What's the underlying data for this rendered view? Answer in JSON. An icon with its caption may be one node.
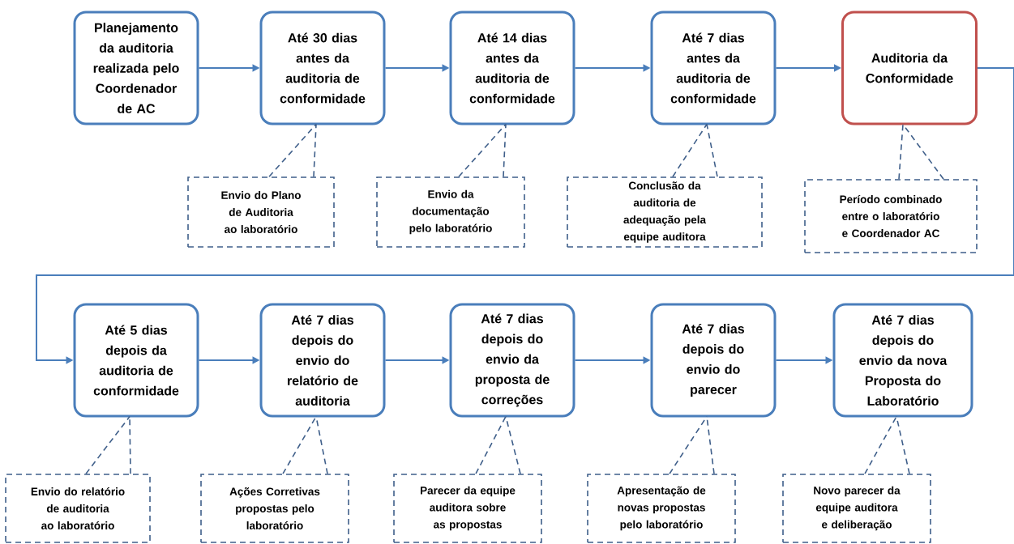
{
  "diagram": {
    "nodes": [
      {
        "text": [
          "Planejamento da auditoria realizada pelo Coordenador de AC"
        ]
      },
      {
        "text": [
          "Até 30 dias antes da auditoria de conformidade"
        ]
      },
      {
        "text": [
          "Até 14 dias antes da auditoria de conformidade"
        ]
      },
      {
        "text": [
          "Até 7 dias antes da auditoria de conformidade"
        ]
      },
      {
        "text": [
          "Auditoria da Conformidade"
        ]
      },
      {
        "text": [
          "Envio do Plano de Auditoria ao laboratório"
        ]
      },
      {
        "text": [
          "Envio da documentação pelo laboratório"
        ]
      },
      {
        "text": [
          "Conclusão da auditoria de adequação pela equipe auditora"
        ]
      },
      {
        "text": [
          "Período combinado entre o laboratório e Coordenador AC"
        ]
      },
      {
        "text": [
          "Até 5 dias depois da auditoria de conformidade"
        ]
      },
      {
        "text": [
          "Até 7 dias depois do envio do relatório de auditoria"
        ]
      },
      {
        "text": [
          "Até 7 dias depois do envio da proposta de correções"
        ]
      },
      {
        "text": [
          "Até 7 dias depois do envio do parecer"
        ]
      },
      {
        "text": [
          "Até 7 dias depois do envio da nova Proposta do Laboratório"
        ]
      },
      {
        "text": [
          "Envio do relatório de auditoria ao laboratório"
        ]
      },
      {
        "text": [
          "Ações Corretivas propostas pelo laboratório"
        ]
      },
      {
        "text": [
          "Parecer da equipe auditora sobre as propostas"
        ]
      },
      {
        "text": [
          "Apresentação de novas propostas pelo laboratório"
        ]
      },
      {
        "text": [
          "Novo parecer da equipe auditora e deliberação"
        ]
      }
    ],
    "edges": [
      {
        "from": 0,
        "to": 1,
        "arrow": "to"
      },
      {
        "from": 1,
        "to": 2,
        "arrow": "to"
      },
      {
        "from": 2,
        "to": 3,
        "arrow": "to"
      },
      {
        "from": 3,
        "to": 4,
        "arrow": "to"
      },
      {
        "from": 4,
        "to": 9,
        "arrow": "to"
      },
      {
        "from": 9,
        "to": 10,
        "arrow": "to"
      },
      {
        "from": 10,
        "to": 11,
        "arrow": "to"
      },
      {
        "from": 11,
        "to": 12,
        "arrow": "to"
      },
      {
        "from": 12,
        "to": 13,
        "arrow": "to"
      },
      {
        "from": 5,
        "to": 1,
        "arrow": "none",
        "style": "dashed"
      },
      {
        "from": 6,
        "to": 2,
        "arrow": "none",
        "style": "dashed"
      },
      {
        "from": 7,
        "to": 3,
        "arrow": "none",
        "style": "dashed"
      },
      {
        "from": 8,
        "to": 4,
        "arrow": "none",
        "style": "dashed"
      },
      {
        "from": 14,
        "to": 9,
        "arrow": "none",
        "style": "dashed"
      },
      {
        "from": 15,
        "to": 10,
        "arrow": "none",
        "style": "dashed"
      },
      {
        "from": 16,
        "to": 11,
        "arrow": "none",
        "style": "dashed"
      },
      {
        "from": 17,
        "to": 12,
        "arrow": "none",
        "style": "dashed"
      },
      {
        "from": 18,
        "to": 13,
        "arrow": "none",
        "style": "dashed"
      }
    ]
  }
}
